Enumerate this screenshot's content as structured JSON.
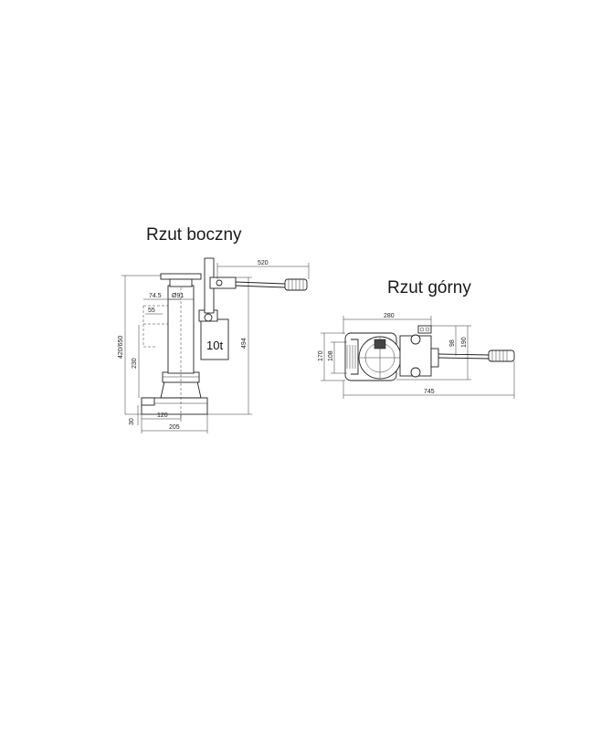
{
  "side_view": {
    "title": "Rzut boczny",
    "capacity_label": "10t",
    "dims": {
      "handle_reach": "520",
      "head_offset": "74.5",
      "ram_diameter": "Ø91",
      "toe_height": "55",
      "height_range": "420/650",
      "lower_height": "230",
      "total_height": "494",
      "base_thickness": "30",
      "foot_width": "120",
      "base_width": "205"
    }
  },
  "top_view": {
    "title": "Rzut górny",
    "dims": {
      "body_length": "280",
      "total_width": "170",
      "inner_width": "108",
      "pump_width": "98",
      "handle_width": "190",
      "total_length": "745"
    }
  }
}
